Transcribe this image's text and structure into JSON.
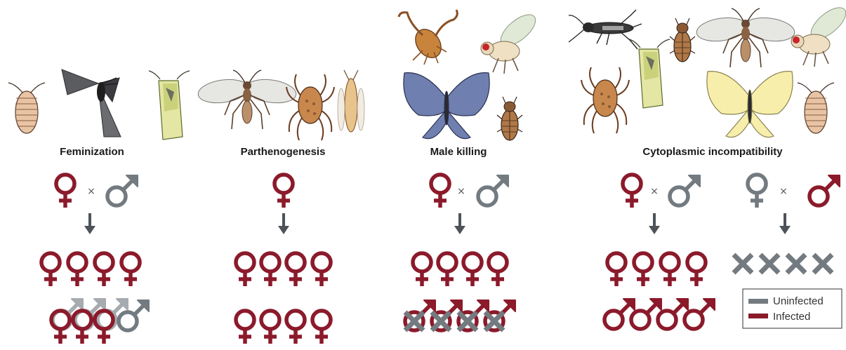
{
  "colors": {
    "infected": "#8b1a2b",
    "uninfected": "#737a80",
    "arrow": "#4d5358"
  },
  "panels": [
    {
      "id": "feminization",
      "title": "Feminization"
    },
    {
      "id": "parthenogenesis",
      "title": "Parthenogenesis"
    },
    {
      "id": "male-killing",
      "title": "Male killing"
    },
    {
      "id": "cytoplasmic-incompatibility",
      "title": "Cytoplasmic incompatibility"
    }
  ],
  "cross_symbol": "×",
  "legend": {
    "uninfected": "Uninfected",
    "infected": "Infected"
  },
  "icons": [
    "woodlouse-icon",
    "moth-icon",
    "leafhopper-icon",
    "wasp-icon",
    "mite-icon",
    "thrips-icon",
    "pseudoscorpion-icon",
    "fly-icon",
    "butterfly-icon",
    "beetle-icon",
    "cricket-icon",
    "female-symbol-icon",
    "male-symbol-icon",
    "cross-mark-icon",
    "down-arrow-icon"
  ]
}
